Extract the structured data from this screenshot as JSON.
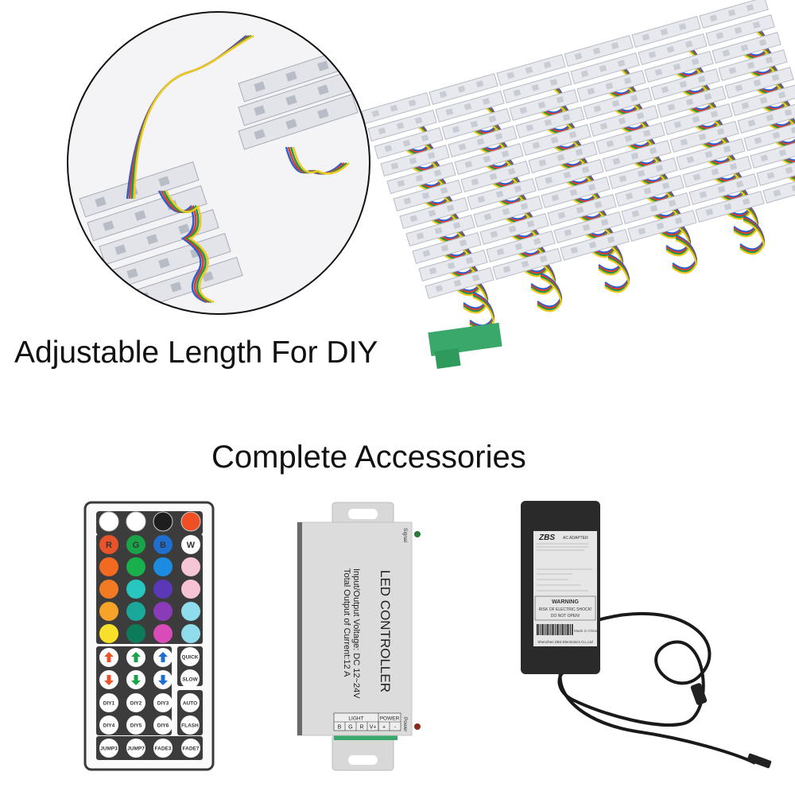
{
  "captions": {
    "top": "Adjustable Length For DIY",
    "bottom": "Complete Accessories"
  },
  "remote": {
    "color_row_labels": [
      "R",
      "G",
      "B",
      "W"
    ],
    "color_grid": [
      [
        "#e8542a",
        "#1aa44a",
        "#1e6fd0",
        "#ffffff"
      ],
      [
        "#f26a22",
        "#18b04c",
        "#1c8ce0",
        "#f5c6d6"
      ],
      [
        "#f37a24",
        "#27c7c0",
        "#5a38b8",
        "#f6c2d4"
      ],
      [
        "#f7a32a",
        "#1aa89a",
        "#8a3cb8",
        "#8fdcec"
      ],
      [
        "#f8e02a",
        "#0d7a5a",
        "#d84bb8",
        "#8fdcec"
      ]
    ],
    "function_buttons": [
      "QUICK",
      "SLOW",
      "AUTO",
      "FLASH"
    ],
    "diy_buttons": [
      "DIY1",
      "DIY2",
      "DIY3",
      "DIY4",
      "DIY5",
      "DIY6"
    ],
    "bottom_buttons": [
      "JUMP3",
      "JUMP7",
      "FADE3",
      "FADE7"
    ],
    "arrow_colors": [
      "#e8542a",
      "#1aa44a",
      "#1e6fd0"
    ],
    "power_color": "#f04e23"
  },
  "controller": {
    "title": "LED CONTROLLER",
    "spec1": "Input/Output Voltage: DC 12~24V",
    "spec2": "Total Output of Current:12 A",
    "signal": "Signal",
    "power": "Power",
    "light_label": "LIGHT",
    "power_label": "POWER",
    "terminals": [
      "B",
      "G",
      "R",
      "V+",
      "+",
      "-"
    ]
  },
  "adapter": {
    "brand": "ZBS",
    "type": "AC ADAPTER",
    "warning": "WARNING",
    "risk": "RISK OF ELECTRIC SHOCK!",
    "do_not_open": "DO NOT OPEN!",
    "made_in": "Made in China",
    "maker": "Shenzhen ZBS Electronics Co.,Ltd"
  },
  "wire_colors": [
    "#2a5fd0",
    "#e03a2a",
    "#1a9a4a",
    "#f0c820"
  ]
}
